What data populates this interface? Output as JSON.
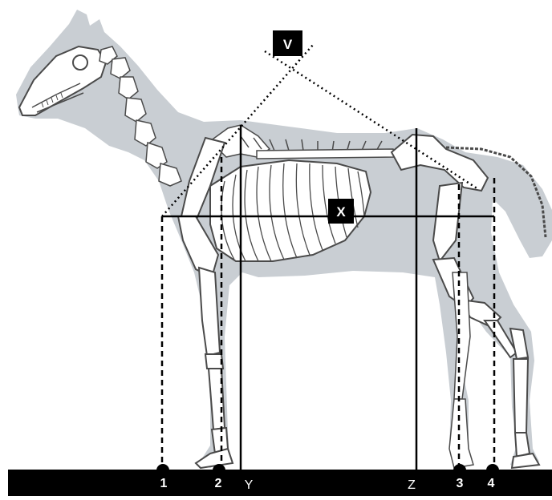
{
  "diagram": {
    "labels": {
      "v": "V",
      "x": "X",
      "y": "Y",
      "z": "Z",
      "n1": "1",
      "n2": "2",
      "n3": "3",
      "n4": "4"
    },
    "colors": {
      "silhouette": "#c9ced3",
      "bone_fill": "#ffffff",
      "bone_stroke": "#4a4a4a",
      "line": "#000000",
      "ground": "#000000",
      "label_box": "#000000",
      "label_text": "#ffffff",
      "ground_text": "#ffffff"
    }
  }
}
